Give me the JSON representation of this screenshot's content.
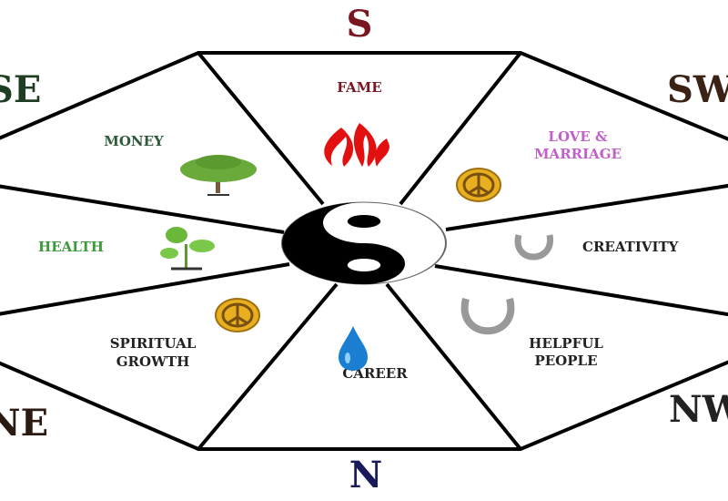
{
  "directions": {
    "S": "S",
    "SE": "SE",
    "SW": "SW",
    "NE": "NE",
    "NW": "NW",
    "N": "N"
  },
  "areas": {
    "fame": "FAME",
    "money": "MONEY",
    "love_1": "LOVE &",
    "love_2": "MARRIAGE",
    "health": "HEALTH",
    "creativity": "CREATIVITY",
    "spiritual_1": "SPIRITUAL",
    "spiritual_2": "GROWTH",
    "career": "CAREER",
    "helpful_1": "HELPFUL",
    "helpful_2": "PEOPLE"
  },
  "colors": {
    "south": "#7a1620",
    "southeast": "#1f3d22",
    "southwest": "#3a2214",
    "northeast": "#2a1a12",
    "north": "#1a1a5a",
    "money": "#2e5a3a",
    "health": "#3c9a3a",
    "love": "#c060c8",
    "fire": "#e31010",
    "peace": "#e8b020",
    "water": "#1a7fd0"
  }
}
